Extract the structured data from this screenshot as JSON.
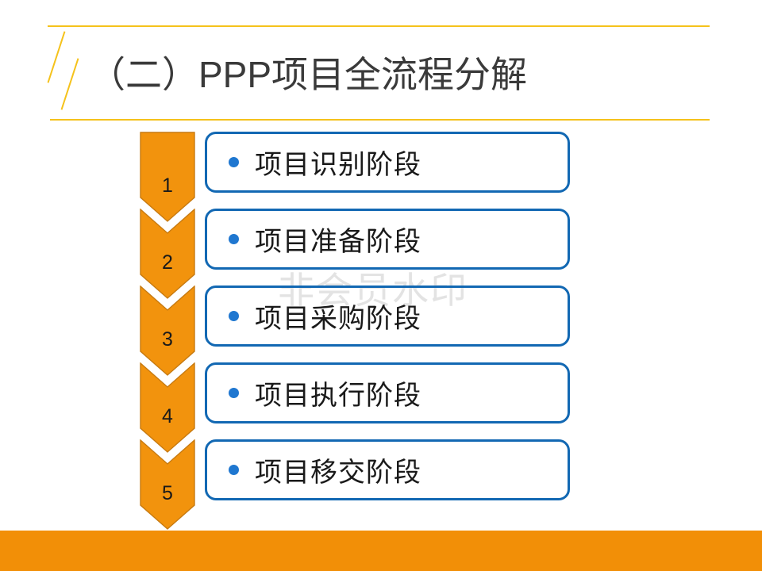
{
  "slide": {
    "title": "（二）PPP项目全流程分解",
    "watermark": "非会员水印",
    "accent_yellow": "#F5C21B",
    "accent_orange": "#F28F07",
    "accent_blue": "#1268B3",
    "title_color": "#3A3A3A"
  },
  "steps": [
    {
      "number": "1",
      "label": "项目识别阶段"
    },
    {
      "number": "2",
      "label": "项目准备阶段"
    },
    {
      "number": "3",
      "label": "项目采购阶段"
    },
    {
      "number": "4",
      "label": "项目执行阶段"
    },
    {
      "number": "5",
      "label": "项目移交阶段"
    }
  ]
}
